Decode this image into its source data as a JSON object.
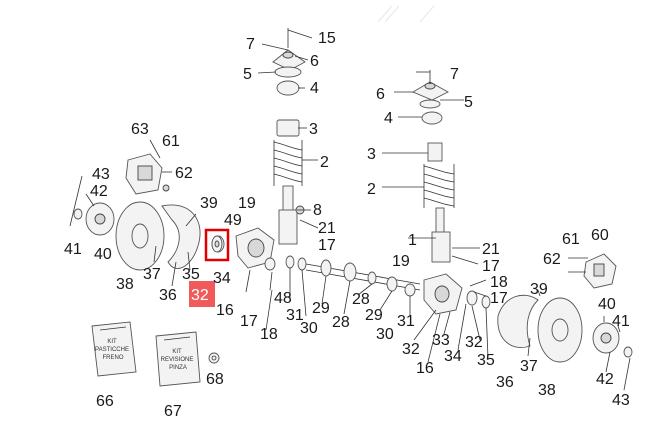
{
  "diagram": {
    "labels": [
      {
        "id": "l-7a",
        "text": "7"
      },
      {
        "id": "l-15",
        "text": "15"
      },
      {
        "id": "l-6a",
        "text": "6"
      },
      {
        "id": "l-5a",
        "text": "5"
      },
      {
        "id": "l-4a",
        "text": "4"
      },
      {
        "id": "l-3a",
        "text": "3"
      },
      {
        "id": "l-2a",
        "text": "2"
      },
      {
        "id": "l-8",
        "text": "8"
      },
      {
        "id": "l-21a",
        "text": "21"
      },
      {
        "id": "l-17a",
        "text": "17"
      },
      {
        "id": "l-7b",
        "text": "7"
      },
      {
        "id": "l-6b",
        "text": "6"
      },
      {
        "id": "l-5b",
        "text": "5"
      },
      {
        "id": "l-4b",
        "text": "4"
      },
      {
        "id": "l-3b",
        "text": "3"
      },
      {
        "id": "l-2b",
        "text": "2"
      },
      {
        "id": "l-1",
        "text": "1"
      },
      {
        "id": "l-21b",
        "text": "21"
      },
      {
        "id": "l-17b",
        "text": "17"
      },
      {
        "id": "l-19b",
        "text": "19"
      },
      {
        "id": "l-18",
        "text": "18"
      },
      {
        "id": "l-17c",
        "text": "17"
      },
      {
        "id": "l-63",
        "text": "63"
      },
      {
        "id": "l-61a",
        "text": "61"
      },
      {
        "id": "l-62a",
        "text": "62"
      },
      {
        "id": "l-43a",
        "text": "43"
      },
      {
        "id": "l-42a",
        "text": "42"
      },
      {
        "id": "l-41a",
        "text": "41"
      },
      {
        "id": "l-40a",
        "text": "40"
      },
      {
        "id": "l-39a",
        "text": "39"
      },
      {
        "id": "l-38a",
        "text": "38"
      },
      {
        "id": "l-37a",
        "text": "37"
      },
      {
        "id": "l-36a",
        "text": "36"
      },
      {
        "id": "l-35a",
        "text": "35"
      },
      {
        "id": "l-34a",
        "text": "34"
      },
      {
        "id": "l-49",
        "text": "49"
      },
      {
        "id": "l-19a",
        "text": "19"
      },
      {
        "id": "l-16a",
        "text": "16"
      },
      {
        "id": "l-17d",
        "text": "17"
      },
      {
        "id": "l-18b",
        "text": "18"
      },
      {
        "id": "l-48",
        "text": "48"
      },
      {
        "id": "l-31a",
        "text": "31"
      },
      {
        "id": "l-30a",
        "text": "30"
      },
      {
        "id": "l-29a",
        "text": "29"
      },
      {
        "id": "l-28a",
        "text": "28"
      },
      {
        "id": "l-28b",
        "text": "28"
      },
      {
        "id": "l-29b",
        "text": "29"
      },
      {
        "id": "l-30b",
        "text": "30"
      },
      {
        "id": "l-31b",
        "text": "31"
      },
      {
        "id": "l-32b",
        "text": "32"
      },
      {
        "id": "l-16b",
        "text": "16"
      },
      {
        "id": "l-33",
        "text": "33"
      },
      {
        "id": "l-34b",
        "text": "34"
      },
      {
        "id": "l-32c",
        "text": "32"
      },
      {
        "id": "l-35b",
        "text": "35"
      },
      {
        "id": "l-36b",
        "text": "36"
      },
      {
        "id": "l-37b",
        "text": "37"
      },
      {
        "id": "l-38b",
        "text": "38"
      },
      {
        "id": "l-39b",
        "text": "39"
      },
      {
        "id": "l-40b",
        "text": "40"
      },
      {
        "id": "l-41b",
        "text": "41"
      },
      {
        "id": "l-42b",
        "text": "42"
      },
      {
        "id": "l-43b",
        "text": "43"
      },
      {
        "id": "l-61b",
        "text": "61"
      },
      {
        "id": "l-60",
        "text": "60"
      },
      {
        "id": "l-62b",
        "text": "62"
      },
      {
        "id": "l-66",
        "text": "66"
      },
      {
        "id": "l-67",
        "text": "67"
      },
      {
        "id": "l-68",
        "text": "68"
      }
    ],
    "selected": {
      "id": "l-32a",
      "text": "32"
    },
    "kits": {
      "kit1": [
        "KIT",
        "PASTICCHE",
        "FRENO"
      ],
      "kit2": [
        "KIT",
        "REVISIONE",
        "PINZA"
      ]
    },
    "colors": {
      "highlight": "#f05a5a",
      "ink": "#1a1a1a",
      "line": "#333333",
      "select_box": "#e00000"
    }
  }
}
